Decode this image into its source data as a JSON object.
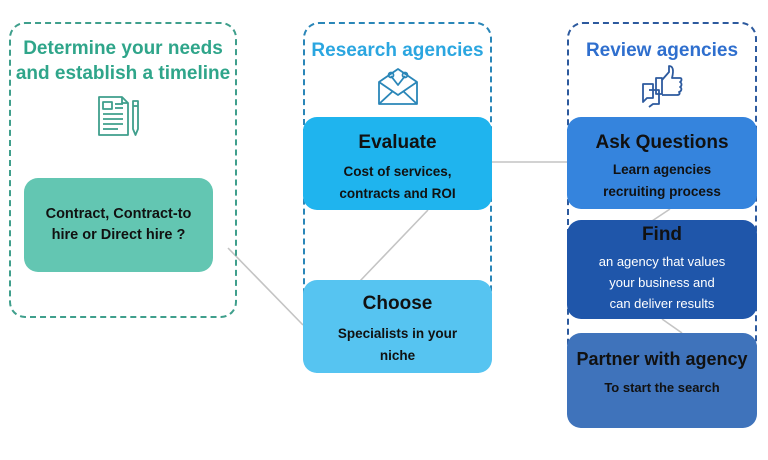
{
  "columns": [
    {
      "title": "Determine your needs\nand establish a timeline",
      "icon": "document-pencil-icon"
    },
    {
      "title": "Research agencies",
      "icon": "envelope-tools-icon"
    },
    {
      "title": "Review agencies",
      "icon": "thumbs-up-chat-icon"
    }
  ],
  "boxes": {
    "contract": {
      "head": "Contract, Contract-to\nhire or Direct hire ?"
    },
    "evaluate": {
      "head": "Evaluate",
      "sub": "Cost of services,\ncontracts and ROI"
    },
    "choose": {
      "head": "Choose",
      "sub": "Specialists in your\nniche"
    },
    "ask": {
      "head": "Ask Questions",
      "sub": "Learn agencies\nrecruiting process"
    },
    "find": {
      "head": "Find",
      "sub": "an agency that values\nyour business and\ncan deliver  results"
    },
    "partner": {
      "head": "Partner with agency",
      "sub": "To start the search"
    }
  },
  "colors": {
    "teal_title": "#2fa58a",
    "blue_title": "#2ba6e0",
    "navy_title": "#2f6fce",
    "contract_box": "#63c6b2",
    "evaluate_box": "#1fb4ee",
    "choose_box": "#56c4f1",
    "ask_box": "#3584dd",
    "find_box": "#1f56aa",
    "partner_box": "#3f73bb",
    "connector": "#c4c4c4"
  }
}
